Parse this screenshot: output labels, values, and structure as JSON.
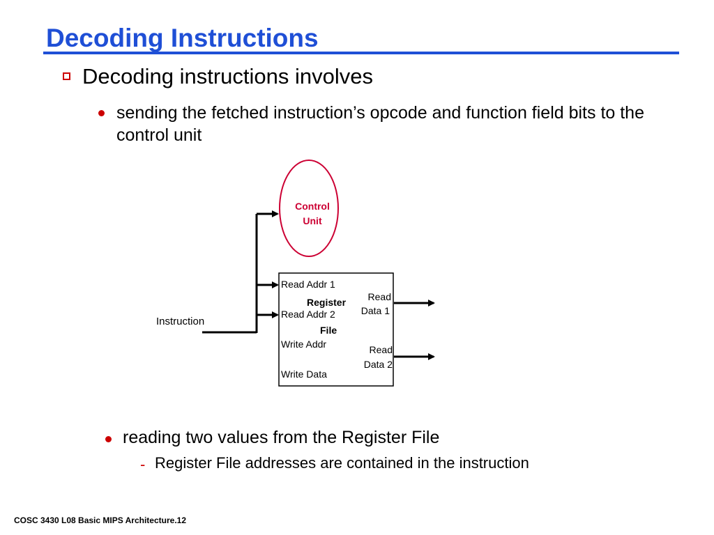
{
  "slide": {
    "title": "Decoding Instructions",
    "bullet_main": "Decoding instructions involves",
    "sub_bullet_1": "sending the fetched instruction’s opcode and function field bits to the control unit",
    "sub_bullet_2": "reading two values from the Register File",
    "sub_sub_bullet": "Register File addresses are contained in the instruction",
    "footer": "COSC 3430 L08 Basic MIPS Architecture.12",
    "colors": {
      "title": "#1f4fd6",
      "bullet": "#cc0000",
      "control_unit": "#cc0033"
    }
  },
  "diagram": {
    "control_unit_line1": "Control",
    "control_unit_line2": "Unit",
    "instruction_label": "Instruction",
    "register_file": {
      "name_line1": "Register",
      "name_line2": "File",
      "read_addr_1": "Read Addr 1",
      "read_addr_2": "Read Addr 2",
      "write_addr": "Write Addr",
      "write_data": "Write Data",
      "read_data_1_line1": "Read",
      "read_data_1_line2": "Data 1",
      "read_data_2_line1": "Read",
      "read_data_2_line2": "Data 2"
    }
  }
}
